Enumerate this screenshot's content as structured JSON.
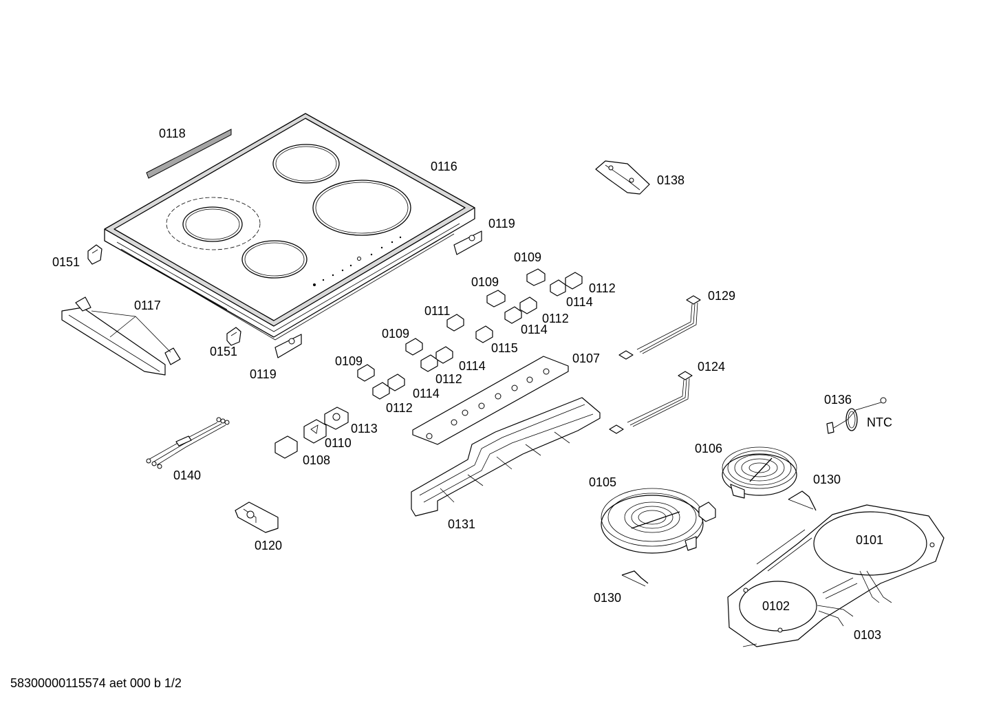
{
  "labels": {
    "p0101": "0101",
    "p0102": "0102",
    "p0103": "0103",
    "p0105": "0105",
    "p0106": "0106",
    "p0107": "0107",
    "p0108": "0108",
    "p0109_a": "0109",
    "p0109_b": "0109",
    "p0109_c": "0109",
    "p0109_d": "0109",
    "p0110": "0110",
    "p0111": "0111",
    "p0112_a": "0112",
    "p0112_b": "0112",
    "p0112_c": "0112",
    "p0112_d": "0112",
    "p0113": "0113",
    "p0114_a": "0114",
    "p0114_b": "0114",
    "p0114_c": "0114",
    "p0114_d": "0114",
    "p0115": "0115",
    "p0116": "0116",
    "p0117": "0117",
    "p0118": "0118",
    "p0119_a": "0119",
    "p0119_b": "0119",
    "p0120": "0120",
    "p0124": "0124",
    "p0129": "0129",
    "p0130_a": "0130",
    "p0130_b": "0130",
    "p0131": "0131",
    "p0136": "0136",
    "p0138": "0138",
    "p0140": "0140",
    "p0151_a": "0151",
    "p0151_b": "0151",
    "ntc": "NTC"
  },
  "footer": "58300000115574 aet 000 b 1/2"
}
